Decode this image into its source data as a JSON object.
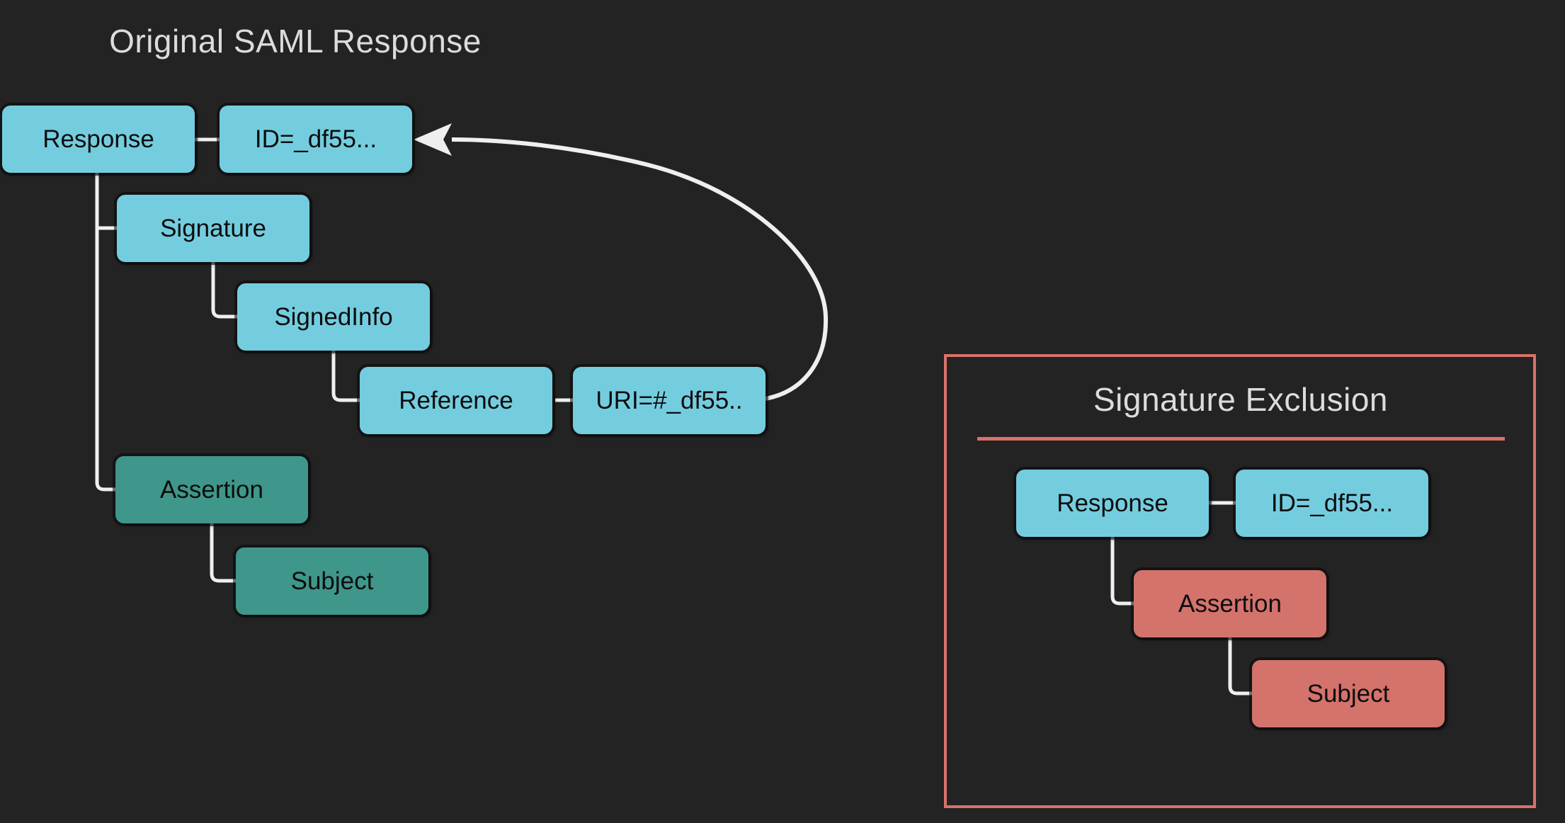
{
  "colors": {
    "background": "#232323",
    "node_cyan": "#74cddf",
    "node_teal": "#3f968a",
    "node_salmon": "#d4726c",
    "panel_border": "#d9716b",
    "connector_line": "#efefef",
    "title_text": "#dcdcdc",
    "node_text": "#0d0d0d"
  },
  "left_diagram": {
    "title": "Original SAML Response",
    "nodes": [
      {
        "id": "response",
        "label": "Response",
        "role": "signed"
      },
      {
        "id": "id-attr",
        "label": "ID=_df55...",
        "role": "signed"
      },
      {
        "id": "signature",
        "label": "Signature",
        "role": "signed"
      },
      {
        "id": "signedinfo",
        "label": "SignedInfo",
        "role": "signed"
      },
      {
        "id": "reference",
        "label": "Reference",
        "role": "signed"
      },
      {
        "id": "uri-attr",
        "label": "URI=#_df55..",
        "role": "signed"
      },
      {
        "id": "assertion",
        "label": "Assertion",
        "role": "assertion"
      },
      {
        "id": "subject",
        "label": "Subject",
        "role": "assertion"
      }
    ]
  },
  "right_panel": {
    "title": "Signature Exclusion",
    "nodes": [
      {
        "id": "response2",
        "label": "Response",
        "role": "signed"
      },
      {
        "id": "id-attr2",
        "label": "ID=_df55...",
        "role": "signed"
      },
      {
        "id": "assertion2",
        "label": "Assertion",
        "role": "excluded"
      },
      {
        "id": "subject2",
        "label": "Subject",
        "role": "excluded"
      }
    ]
  }
}
